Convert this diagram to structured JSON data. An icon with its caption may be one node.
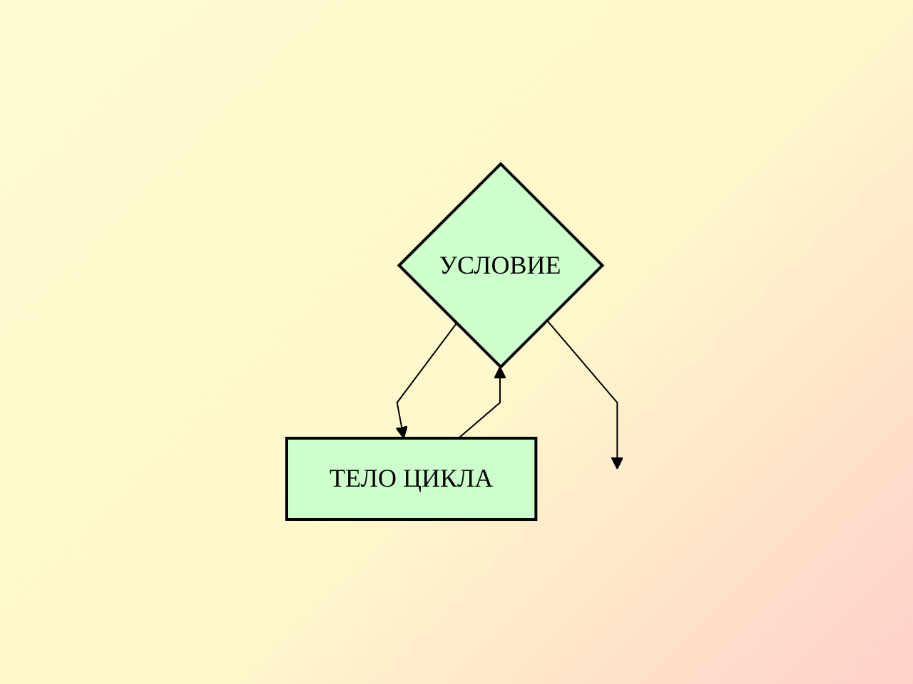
{
  "diagram": {
    "nodes": [
      {
        "text": [
          "УСЛОВИЕ"
        ]
      },
      {
        "text": [
          "ТЕЛО ЦИКЛА"
        ]
      }
    ],
    "edges": [
      {
        "from": 0,
        "to": 1,
        "arrow": "to"
      },
      {
        "from": 1,
        "to": 0,
        "arrow": "to"
      },
      {
        "from": 0,
        "to": null,
        "arrow": "to"
      }
    ]
  }
}
